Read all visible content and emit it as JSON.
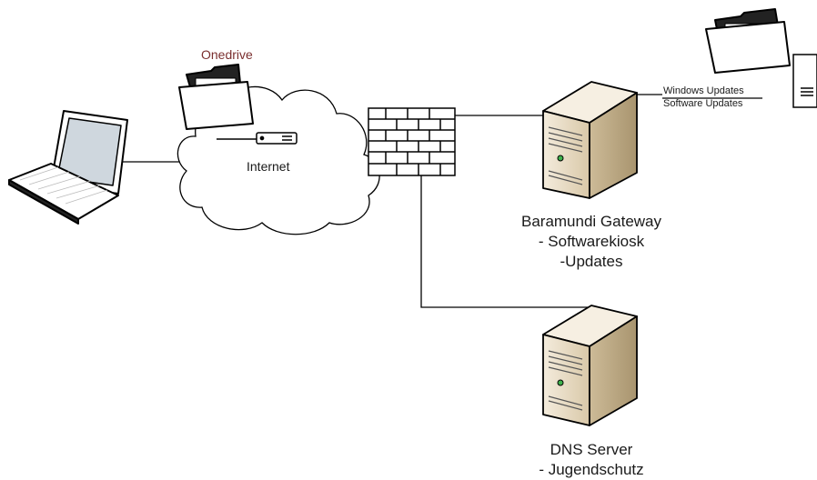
{
  "labels": {
    "onedrive": "Onedrive",
    "internet": "Internet",
    "gateway": {
      "line1": "Baramundi Gateway",
      "line2": "- Softwarekiosk",
      "line3": "-Updates"
    },
    "dns": {
      "line1": "DNS Server",
      "line2": "- Jugendschutz"
    },
    "windows_updates": "Windows Updates",
    "software_updates": "Software Updates"
  },
  "colors": {
    "onedrive_text": "#7a2f2f",
    "line": "#000000",
    "server_body": "#e8dcc6"
  },
  "icons": [
    "laptop-icon",
    "folder-icon",
    "cloud-icon",
    "router-icon",
    "firewall-icon",
    "server-icon",
    "document-icon"
  ]
}
